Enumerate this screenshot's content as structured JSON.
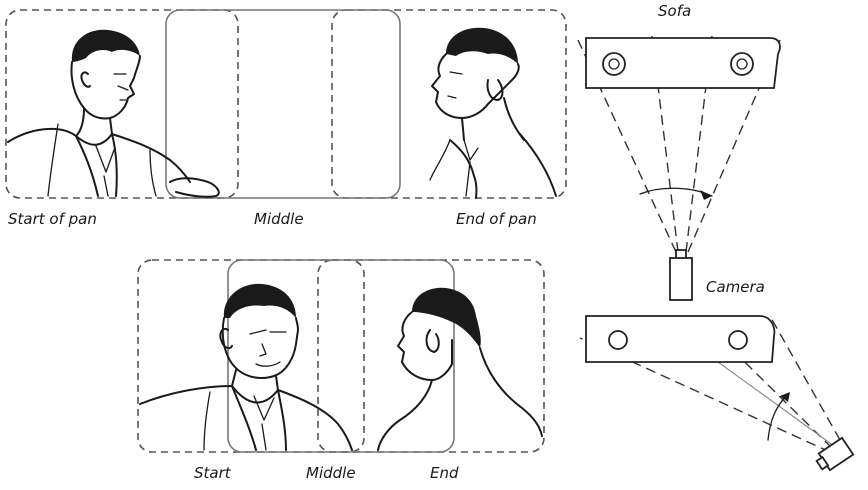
{
  "labels": {
    "top_start": "Start of pan",
    "top_middle": "Middle",
    "top_end": "End of pan",
    "bottom_start": "Start",
    "bottom_middle": "Middle",
    "bottom_end": "End",
    "sofa": "Sofa",
    "camera": "Camera"
  }
}
